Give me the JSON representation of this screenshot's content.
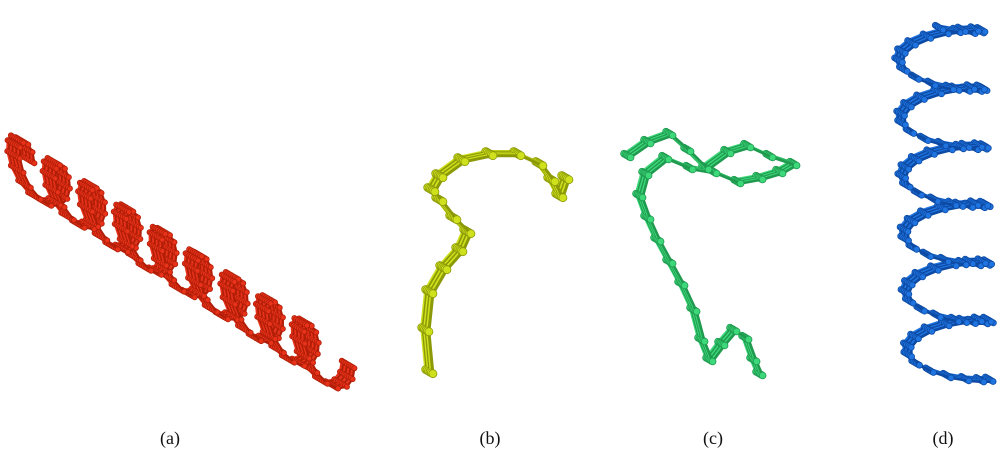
{
  "figure": {
    "panels": [
      {
        "caption": "(a)",
        "structure": "helical-bundle",
        "color": "#e8321a",
        "edge": "#b01e08"
      },
      {
        "caption": "(b)",
        "structure": "hook-coil",
        "color": "#cfe01c",
        "edge": "#8c9a08"
      },
      {
        "caption": "(c)",
        "structure": "folded-coil",
        "color": "#3dd87a",
        "edge": "#1f9a4f"
      },
      {
        "caption": "(d)",
        "structure": "vertical-helix",
        "color": "#1f74e0",
        "edge": "#0d4aa3"
      }
    ]
  }
}
